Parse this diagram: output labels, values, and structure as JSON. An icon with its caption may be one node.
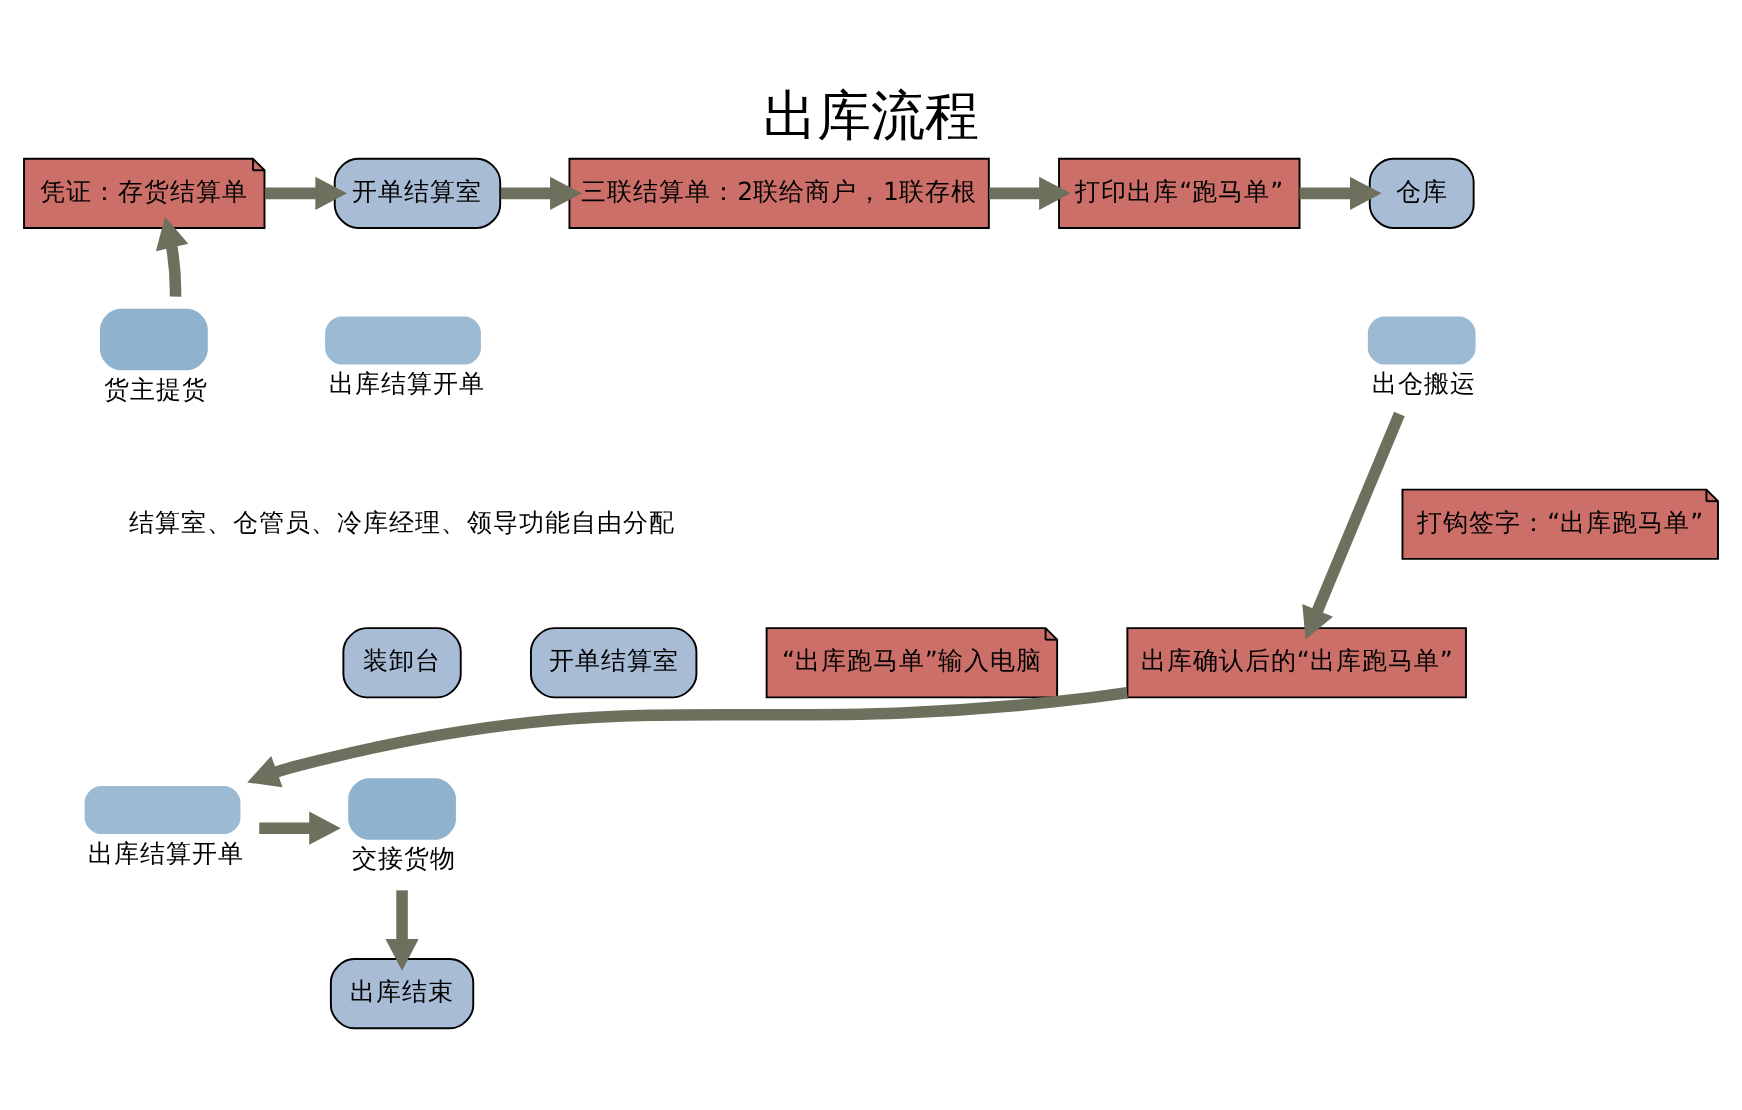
{
  "diagram": {
    "title": "出库流程",
    "nodes": [
      {
        "text": [
          "凭证：存货结算单"
        ]
      },
      {
        "text": [
          "开单结算室"
        ]
      },
      {
        "text": [
          "三联结算单：2联给商户，1联存根"
        ]
      },
      {
        "text": [
          "打印出库“跑马单”"
        ]
      },
      {
        "text": [
          "仓库"
        ]
      },
      {
        "text": [],
        "shape": "person",
        "beside": [
          "货主提货"
        ]
      },
      {
        "text": [],
        "shape": "box",
        "beside": [
          "出库结算开单"
        ]
      },
      {
        "text": [],
        "shape": "box",
        "beside": [
          "出仓搬运"
        ]
      },
      {
        "text": [
          "打钩签字：“出库跑马单”"
        ]
      },
      {
        "text": [
          "“出库跑马单”输入电脑"
        ]
      },
      {
        "text": [
          "装卸台"
        ]
      },
      {
        "text": [
          "开单结算室"
        ]
      },
      {
        "text": [
          "出库确认后的“出库跑马单”"
        ]
      },
      {
        "text": [],
        "shape": "person",
        "beside": [
          "交接货物"
        ]
      },
      {
        "text": [],
        "shape": "box",
        "beside": [
          "出库结算开单"
        ]
      },
      {
        "text": [
          "出库结束"
        ]
      }
    ],
    "edges": [
      {
        "from": 5,
        "to": 0,
        "arrow": "to"
      },
      {
        "from": 0,
        "to": 1,
        "arrow": "to"
      },
      {
        "from": 1,
        "to": 2,
        "arrow": "to"
      },
      {
        "from": 2,
        "to": 3,
        "arrow": "to"
      },
      {
        "from": 3,
        "to": 4,
        "arrow": "to"
      },
      {
        "from": 7,
        "to": 12,
        "arrow": "to"
      },
      {
        "from": 12,
        "to": 14,
        "arrow": "to"
      },
      {
        "from": 14,
        "to": 13,
        "arrow": "to"
      },
      {
        "from": 13,
        "to": 15,
        "arrow": "to"
      }
    ],
    "labels": [
      "结算室、仓管员、冷库经理、领导功能自由分配"
    ]
  }
}
